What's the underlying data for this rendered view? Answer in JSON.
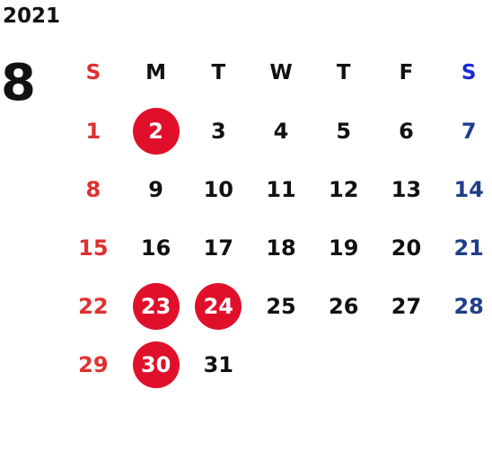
{
  "year": "2021",
  "month": "8",
  "colors": {
    "sunday": "#e03030",
    "saturday_header": "#1a2bd6",
    "saturday": "#1e3f8a",
    "weekday": "#111111",
    "holiday_fill": "#e0102a"
  },
  "weekdays": [
    "S",
    "M",
    "T",
    "W",
    "T",
    "F",
    "S"
  ],
  "weeks": [
    [
      {
        "day": "1",
        "highlight": false
      },
      {
        "day": "2",
        "highlight": true
      },
      {
        "day": "3",
        "highlight": false
      },
      {
        "day": "4",
        "highlight": false
      },
      {
        "day": "5",
        "highlight": false
      },
      {
        "day": "6",
        "highlight": false
      },
      {
        "day": "7",
        "highlight": false
      }
    ],
    [
      {
        "day": "8",
        "highlight": false
      },
      {
        "day": "9",
        "highlight": false
      },
      {
        "day": "10",
        "highlight": false
      },
      {
        "day": "11",
        "highlight": false
      },
      {
        "day": "12",
        "highlight": false
      },
      {
        "day": "13",
        "highlight": false
      },
      {
        "day": "14",
        "highlight": false
      }
    ],
    [
      {
        "day": "15",
        "highlight": false
      },
      {
        "day": "16",
        "highlight": false
      },
      {
        "day": "17",
        "highlight": false
      },
      {
        "day": "18",
        "highlight": false
      },
      {
        "day": "19",
        "highlight": false
      },
      {
        "day": "20",
        "highlight": false
      },
      {
        "day": "21",
        "highlight": false
      }
    ],
    [
      {
        "day": "22",
        "highlight": false
      },
      {
        "day": "23",
        "highlight": true
      },
      {
        "day": "24",
        "highlight": true
      },
      {
        "day": "25",
        "highlight": false
      },
      {
        "day": "26",
        "highlight": false
      },
      {
        "day": "27",
        "highlight": false
      },
      {
        "day": "28",
        "highlight": false
      }
    ],
    [
      {
        "day": "29",
        "highlight": false
      },
      {
        "day": "30",
        "highlight": true
      },
      {
        "day": "31",
        "highlight": false
      },
      {
        "day": "",
        "highlight": false
      },
      {
        "day": "",
        "highlight": false
      },
      {
        "day": "",
        "highlight": false
      },
      {
        "day": "",
        "highlight": false
      }
    ]
  ]
}
